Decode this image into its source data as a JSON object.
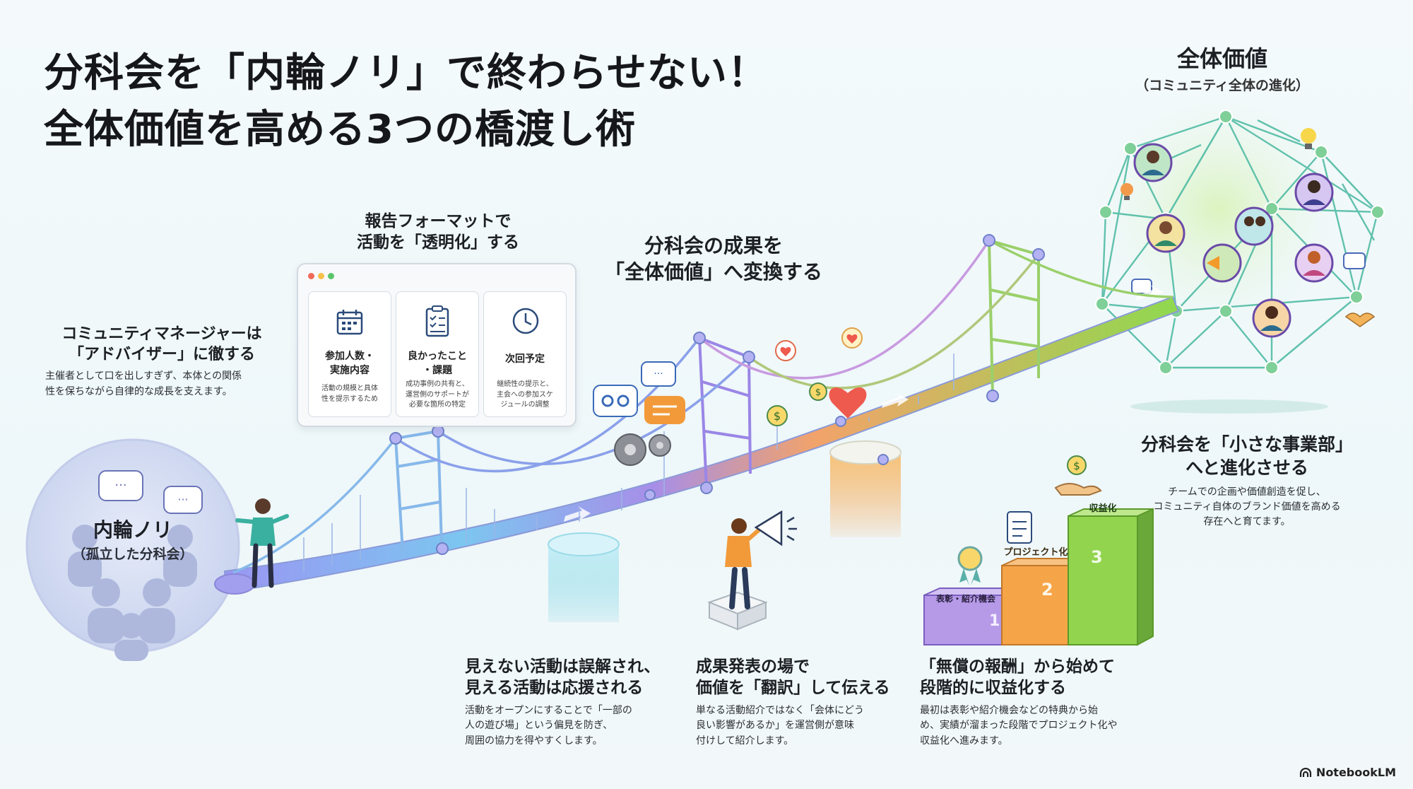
{
  "title": {
    "line1": "分科会を「内輪ノリ」で終わらせない！",
    "line2": "全体価値を高める3つの橋渡し術"
  },
  "community_value": {
    "heading": "全体価値",
    "sub": "（コミュニティ全体の進化）"
  },
  "report_format": {
    "heading_line1": "報告フォーマットで",
    "heading_line2": "活動を「透明化」する",
    "cards": [
      {
        "icon": "calendar-icon",
        "title_line1": "参加人数・",
        "title_line2": "実施内容",
        "body_line1": "活動の規模と具体",
        "body_line2": "性を提示するため"
      },
      {
        "icon": "checklist-icon",
        "title_line1": "良かったこと",
        "title_line2": "・課題",
        "body_line1": "成功事例の共有と、",
        "body_line2": "運営側のサポートが",
        "body_line3": "必要な箇所の特定"
      },
      {
        "icon": "clock-icon",
        "title_line1": "次回予定",
        "title_line2": "",
        "body_line1": "継続性の提示と、",
        "body_line2": "主会への参加スケ",
        "body_line3": "ジュールの調整"
      }
    ]
  },
  "convert": {
    "line1": "分科会の成果を",
    "line2": "「全体価値」へ変換する"
  },
  "advisor": {
    "heading_line1": "コミュニティマネージャーは",
    "heading_line2": "「アドバイザー」に徹する",
    "body_line1": "主催者として口を出しすぎず、本体との関係",
    "body_line2": "性を保ちながら自律的な成長を支えます。"
  },
  "inner_circle": {
    "label_line1": "内輪ノリ",
    "label_line2": "（孤立した分科会）"
  },
  "small_business": {
    "heading_line1": "分科会を「小さな事業部」",
    "heading_line2": "へと進化させる",
    "body_line1": "チームでの企画や価値創造を促し、",
    "body_line2": "コミュニティ自体のブランド価値を高める",
    "body_line3": "存在へと育てます。"
  },
  "stairs": {
    "steps": [
      {
        "num": "1",
        "label": "表彰・紹介機会"
      },
      {
        "num": "2",
        "label": "プロジェクト化"
      },
      {
        "num": "3",
        "label": "収益化"
      }
    ]
  },
  "visible": {
    "heading_line1": "見えない活動は誤解され、",
    "heading_line2": "見える活動は応援される",
    "body_line1": "活動をオープンにすることで「一部の",
    "body_line2": "人の遊び場」という偏見を防ぎ、",
    "body_line3": "周囲の協力を得やすくします。"
  },
  "translate": {
    "heading_line1": "成果発表の場で",
    "heading_line2": "価値を「翻訳」して伝える",
    "body_line1": "単なる活動紹介ではなく「会体にどう",
    "body_line2": "良い影響があるか」を運営側が意味",
    "body_line3": "付けして紹介します。"
  },
  "reward": {
    "heading_line1": "「無償の報酬」から始めて",
    "heading_line2": "段階的に収益化する",
    "body_line1": "最初は表彰や紹介機会などの特典から始",
    "body_line2": "め、実績が溜まった段階でプロジェクト化や",
    "body_line3": "収益化へ進みます。"
  },
  "brand": "NotebookLM",
  "colors": {
    "bridge_start": "#8f8ef0",
    "bridge_mid": "#7fd0f2",
    "bridge_end": "#8cd94f",
    "network_line": "#48b8a0",
    "heart": "#ef5a4e",
    "step1": "#a98be3",
    "step2": "#f2a24a",
    "step3": "#8fd44c"
  }
}
